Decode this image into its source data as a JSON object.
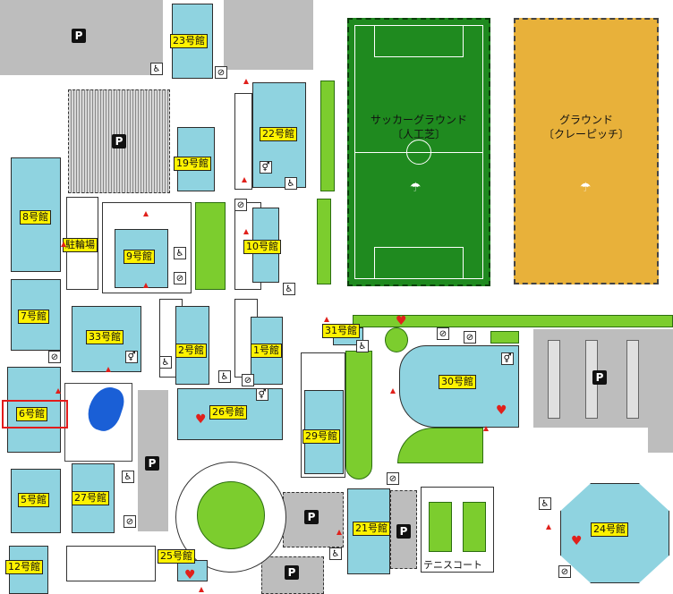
{
  "buildings": {
    "b23": "23号館",
    "b22": "22号館",
    "b19": "19号館",
    "b8": "8号館",
    "b9": "9号館",
    "b10": "10号館",
    "b7": "7号館",
    "b33": "33号館",
    "b2": "2号館",
    "b1": "1号館",
    "b31": "31号館",
    "b30": "30号館",
    "b6": "6号館",
    "b26": "26号館",
    "b29": "29号館",
    "b5": "5号館",
    "b27": "27号館",
    "b21": "21号館",
    "b24": "24号館",
    "b12": "12号館",
    "b25": "25号館"
  },
  "places": {
    "bike_parking": "駐輪場",
    "tennis_court": "テニスコート",
    "soccer_line1": "サッカーグラウンド",
    "soccer_line2": "〔人工芝〕",
    "ground_line1": "グラウンド",
    "ground_line2": "〔クレーピッチ〕"
  },
  "parking_symbol": "P",
  "highlight": {
    "target": "6号館",
    "color": "#e31b1b"
  },
  "colors": {
    "building": "#8fd3e0",
    "label_bg": "#fff200",
    "soccer": "#1f8a1f",
    "ground": "#e8b13a",
    "grass": "#7ccd2e",
    "parking_gray": "#bdbdbd",
    "pond": "#1a5fd6",
    "marker": "#e0201b"
  },
  "icons": [
    "wheelchair-icon",
    "no-smoking-icon",
    "restroom-icon",
    "aed-heart-icon",
    "water-fountain-icon"
  ]
}
